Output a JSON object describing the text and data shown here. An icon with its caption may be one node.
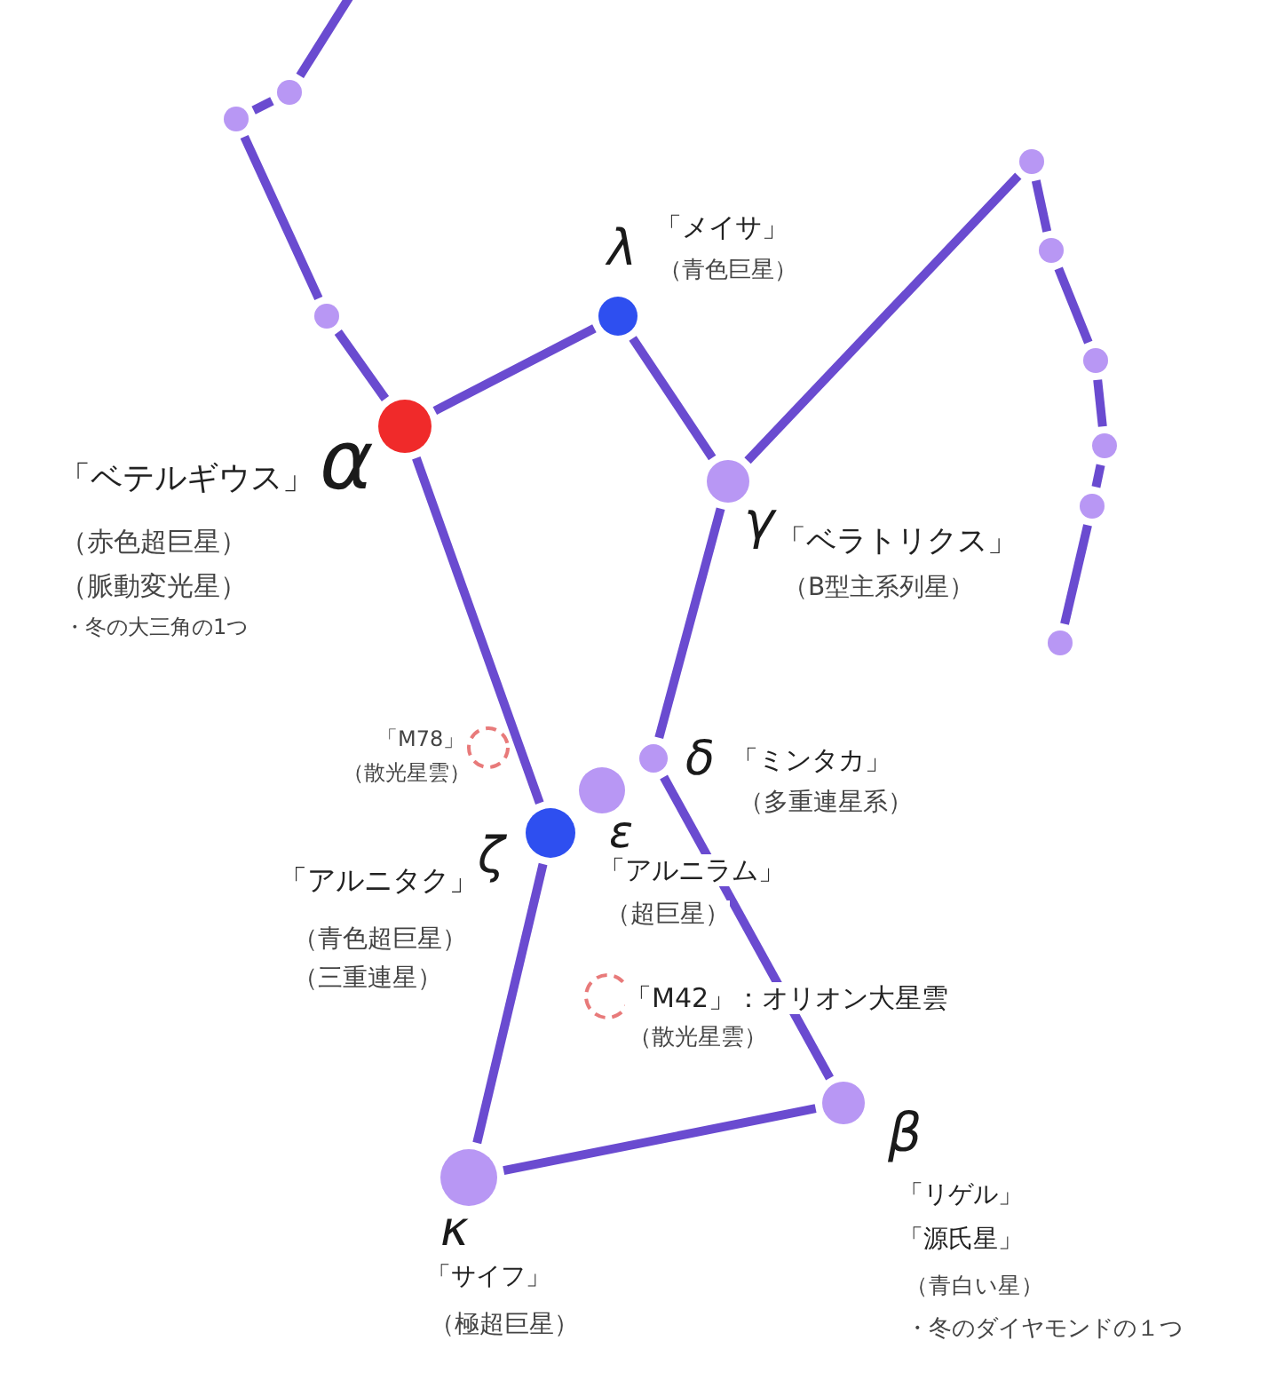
{
  "diagram": {
    "nodes": [
      {
        "text": [],
        "shape": "circle"
      },
      {
        "text": [],
        "shape": "circle"
      },
      {
        "text": [],
        "shape": "circle"
      },
      {
        "text": [],
        "shape": "circle"
      },
      {
        "text": [],
        "shape": "circle",
        "beside": [
          "λ",
          "「メイサ」",
          "（青色巨星）"
        ]
      },
      {
        "text": [],
        "shape": "circle"
      },
      {
        "text": [],
        "shape": "circle"
      },
      {
        "text": [],
        "shape": "circle",
        "beside": [
          "α",
          "「ベテルギウス」",
          "（赤色超巨星）",
          "（脈動変光星）",
          "・冬の大三角の1つ"
        ]
      },
      {
        "text": [],
        "shape": "circle"
      },
      {
        "text": [],
        "shape": "circle",
        "beside": [
          "γ",
          "「ベラトリクス」",
          "（B型主系列星）"
        ]
      },
      {
        "text": [],
        "shape": "circle"
      },
      {
        "text": [],
        "shape": "circle"
      },
      {
        "text": [],
        "shape": "circle",
        "beside": [
          "「M78」",
          "（散光星雲）"
        ]
      },
      {
        "text": [],
        "shape": "circle",
        "beside": [
          "δ",
          "「ミンタカ」",
          "（多重連星系）"
        ]
      },
      {
        "text": [],
        "shape": "circle",
        "beside": [
          "ε",
          "「アルニラム」",
          "（超巨星）"
        ]
      },
      {
        "text": [],
        "shape": "circle",
        "beside": [
          "ζ",
          "「アルニタク」",
          "（青色超巨星）",
          "（三重連星）"
        ]
      },
      {
        "text": [],
        "shape": "circle",
        "beside": [
          "「M42」：オリオン大星雲",
          "（散光星雲）"
        ]
      },
      {
        "text": [],
        "shape": "circle",
        "beside": [
          "β",
          "「リゲル」",
          "「源氏星」",
          "（青白い星）",
          "・冬のダイヤモンドの１つ"
        ]
      },
      {
        "text": [],
        "shape": "circle",
        "beside": [
          "κ",
          "「サイフ」",
          "（極超巨星）"
        ]
      }
    ],
    "edges": [
      {
        "from": 0,
        "to": null,
        "arrow": "none"
      },
      {
        "from": 0,
        "to": 1,
        "arrow": "none"
      },
      {
        "from": 1,
        "to": 5,
        "arrow": "none"
      },
      {
        "from": 5,
        "to": 7,
        "arrow": "none"
      },
      {
        "from": 7,
        "to": 4,
        "arrow": "none"
      },
      {
        "from": 4,
        "to": 9,
        "arrow": "none"
      },
      {
        "from": 9,
        "to": 2,
        "arrow": "none"
      },
      {
        "from": 2,
        "to": 3,
        "arrow": "none"
      },
      {
        "from": 3,
        "to": 6,
        "arrow": "none"
      },
      {
        "from": 6,
        "to": 8,
        "arrow": "none"
      },
      {
        "from": 8,
        "to": 10,
        "arrow": "none"
      },
      {
        "from": 10,
        "to": 11,
        "arrow": "none"
      },
      {
        "from": 7,
        "to": 15,
        "arrow": "none"
      },
      {
        "from": 9,
        "to": 13,
        "arrow": "none"
      },
      {
        "from": 13,
        "to": 17,
        "arrow": "none"
      },
      {
        "from": 15,
        "to": 18,
        "arrow": "none"
      },
      {
        "from": 18,
        "to": 17,
        "arrow": "none"
      }
    ]
  }
}
